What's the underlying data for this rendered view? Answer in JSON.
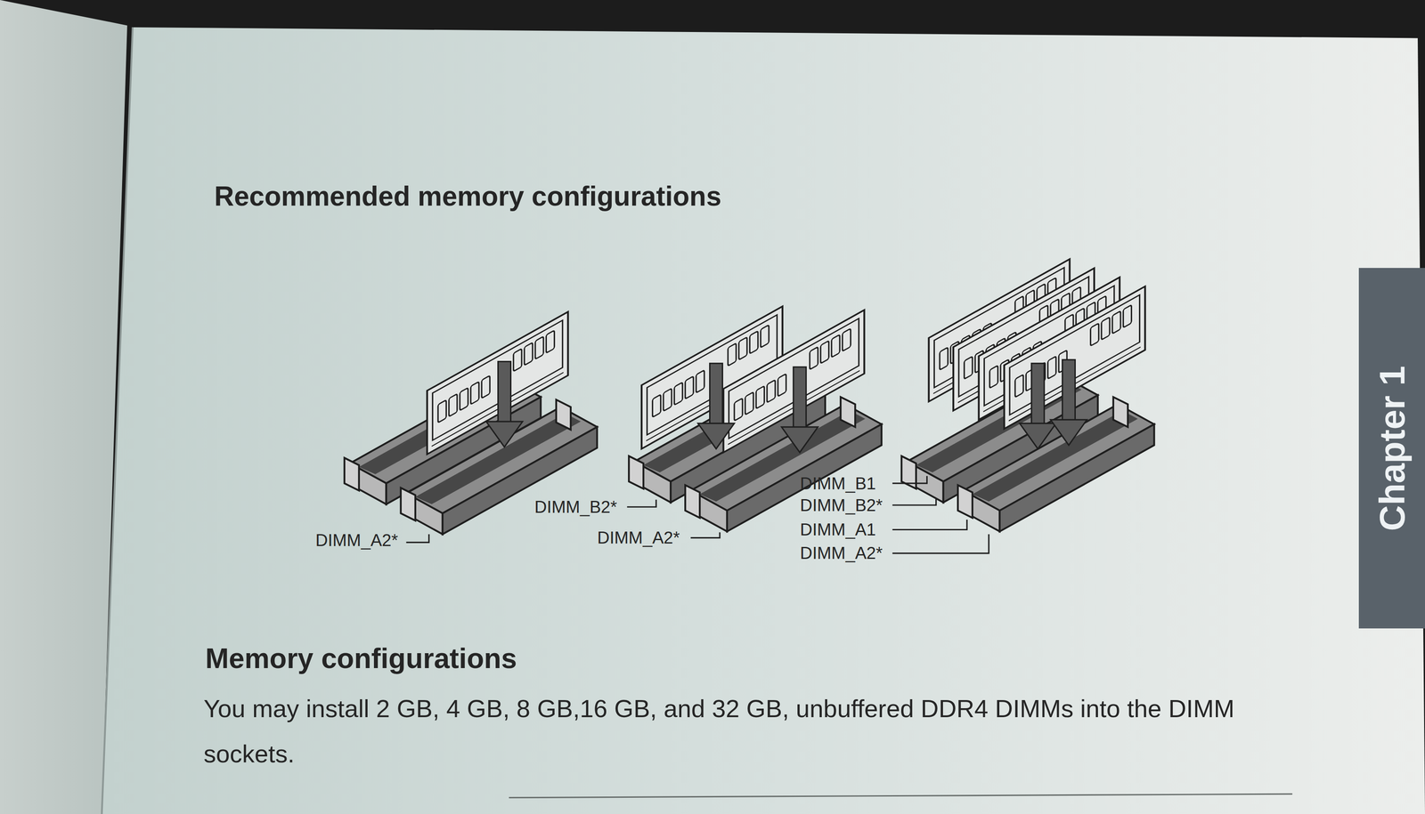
{
  "diagram": {
    "title": "Recommended memory configurations",
    "nodes": [
      {
        "text": [
          "Chapter 1"
        ]
      }
    ],
    "labels": [
      "DIMM_A2*",
      "DIMM_B2*",
      "DIMM_A2*",
      "DIMM_B1",
      "DIMM_B2*",
      "DIMM_A1",
      "DIMM_A2*",
      "Memory configurations",
      "You may install 2 GB, 4 GB, 8 GB,16 GB, and 32 GB, unbuffered DDR4 DIMMs into the DIMM sockets."
    ]
  }
}
